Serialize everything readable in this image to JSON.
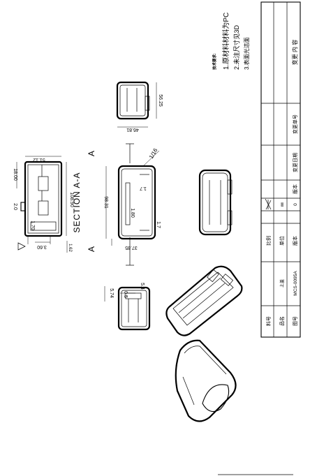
{
  "title_block": {
    "labels": {
      "material": "料号",
      "part_name": "品名",
      "drawing_no": "图号",
      "scale": "比例",
      "unit": "单位",
      "version": "版本",
      "version_2": "版本",
      "change_date": "变更日期",
      "change_no": "变更单号",
      "change_content": "变更 内 容"
    },
    "values": {
      "material": "",
      "part_name": "上盖",
      "drawing_no": "MCS-0095A",
      "unit": "㎜",
      "version": "0"
    }
  },
  "tech_notes": {
    "heading": "技术要求:",
    "items": [
      "1.原材料材料为PC",
      "2.未注尺寸见3D",
      "3.表面光洁面"
    ]
  },
  "section": {
    "label": "SECTION A-A",
    "marker_left": "A",
    "marker_right": "A"
  },
  "dimensions": {
    "d_108_90": "108.90",
    "d_51_12": "51.12",
    "d_18_00": "18.00",
    "d_2_0": "2.0",
    "d_1_70": "1.70",
    "d_3_60": "3.60",
    "d_1_62": "1.62",
    "d_98_31": "98.31",
    "d_37_85": "37.85",
    "d_1_80": "1.80",
    "d_1_7a": "1.7",
    "d_1_7b": "1.7",
    "d_r_1_16": "1/16",
    "d_56_25": "56.25",
    "d_46_81": "46.81",
    "d_5_74": "5.74",
    "d_0_5": "0.5",
    "d_5_4": "5.4"
  }
}
